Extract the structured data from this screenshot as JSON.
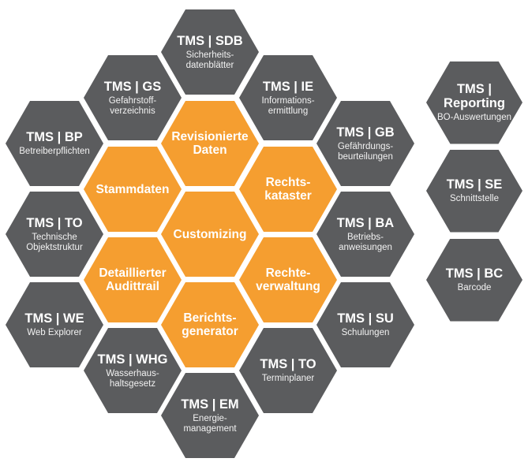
{
  "colors": {
    "module": "#5b5c5e",
    "core": "#f59e30"
  },
  "core": [
    {
      "title": "Revisionierte Daten",
      "col": 2,
      "row": 182
    },
    {
      "title": "Stammdaten",
      "col": 1,
      "row": 240
    },
    {
      "title": "Rechts-\nkataster",
      "col": 3,
      "row": 240
    },
    {
      "title": "Customizing",
      "col": 2,
      "row": 297
    },
    {
      "title": "Detaillierter Audittrail",
      "col": 1,
      "row": 355
    },
    {
      "title": "Rechte-\nverwaltung",
      "col": 3,
      "row": 355
    },
    {
      "title": "Berichts-\ngenerator",
      "col": 2,
      "row": 412
    }
  ],
  "modules": [
    {
      "title": "TMS | SDB",
      "subtitle": "Sicherheits-\ndatenblätter"
    },
    {
      "title": "TMS | GS",
      "subtitle": "Gefahrstoff-\nverzeichnis"
    },
    {
      "title": "TMS | IE",
      "subtitle": "Informations-\nermittlung"
    },
    {
      "title": "TMS | BP",
      "subtitle": "Betreiberpflichten"
    },
    {
      "title": "TMS | GB",
      "subtitle": "Gefährdungs-\nbeurteilungen"
    },
    {
      "title": "TMS | TO",
      "subtitle": "Technische\nObjektstruktur"
    },
    {
      "title": "TMS | BA",
      "subtitle": "Betriebs-\nanweisungen"
    },
    {
      "title": "TMS | WE",
      "subtitle": "Web Explorer"
    },
    {
      "title": "TMS | SU",
      "subtitle": "Schulungen"
    },
    {
      "title": "TMS | WHG",
      "subtitle": "Wasserhaus-\nhaltsgesetz"
    },
    {
      "title": "TMS | TO",
      "subtitle": "Terminplaner"
    },
    {
      "title": "TMS | EM",
      "subtitle": "Energie-\nmanagement"
    }
  ],
  "extras": [
    {
      "title": "TMS |\nReporting",
      "subtitle": "BO-Auswertungen"
    },
    {
      "title": "TMS | SE",
      "subtitle": "Schnittstelle"
    },
    {
      "title": "TMS | BC",
      "subtitle": "Barcode"
    }
  ]
}
